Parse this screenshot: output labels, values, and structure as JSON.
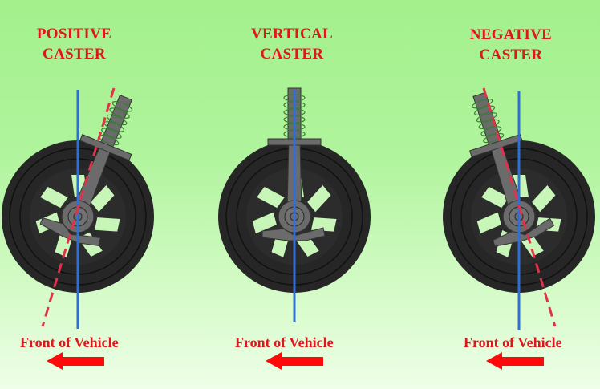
{
  "panels": [
    {
      "id": "positive",
      "title_line1": "POSITIVE",
      "title_line2": "CASTER",
      "front_label": "Front of Vehicle"
    },
    {
      "id": "vertical",
      "title_line1": "VERTICAL",
      "title_line2": "CASTER",
      "front_label": "Front of Vehicle"
    },
    {
      "id": "negative",
      "title_line1": "NEGATIVE",
      "title_line2": "CASTER",
      "front_label": "Front of Vehicle"
    }
  ],
  "colors": {
    "title_red": "#e0161d",
    "true_vertical_blue": "#2f6fd6",
    "steering_axis_red_dashed": "#e0324a",
    "tire": "#2a2a2a",
    "strut_gray": "#6b6b6b",
    "spring_green": "#3f7a3a",
    "arrow_red": "#ff0a0a"
  },
  "icons": {
    "arrow": "left-arrow-icon"
  }
}
